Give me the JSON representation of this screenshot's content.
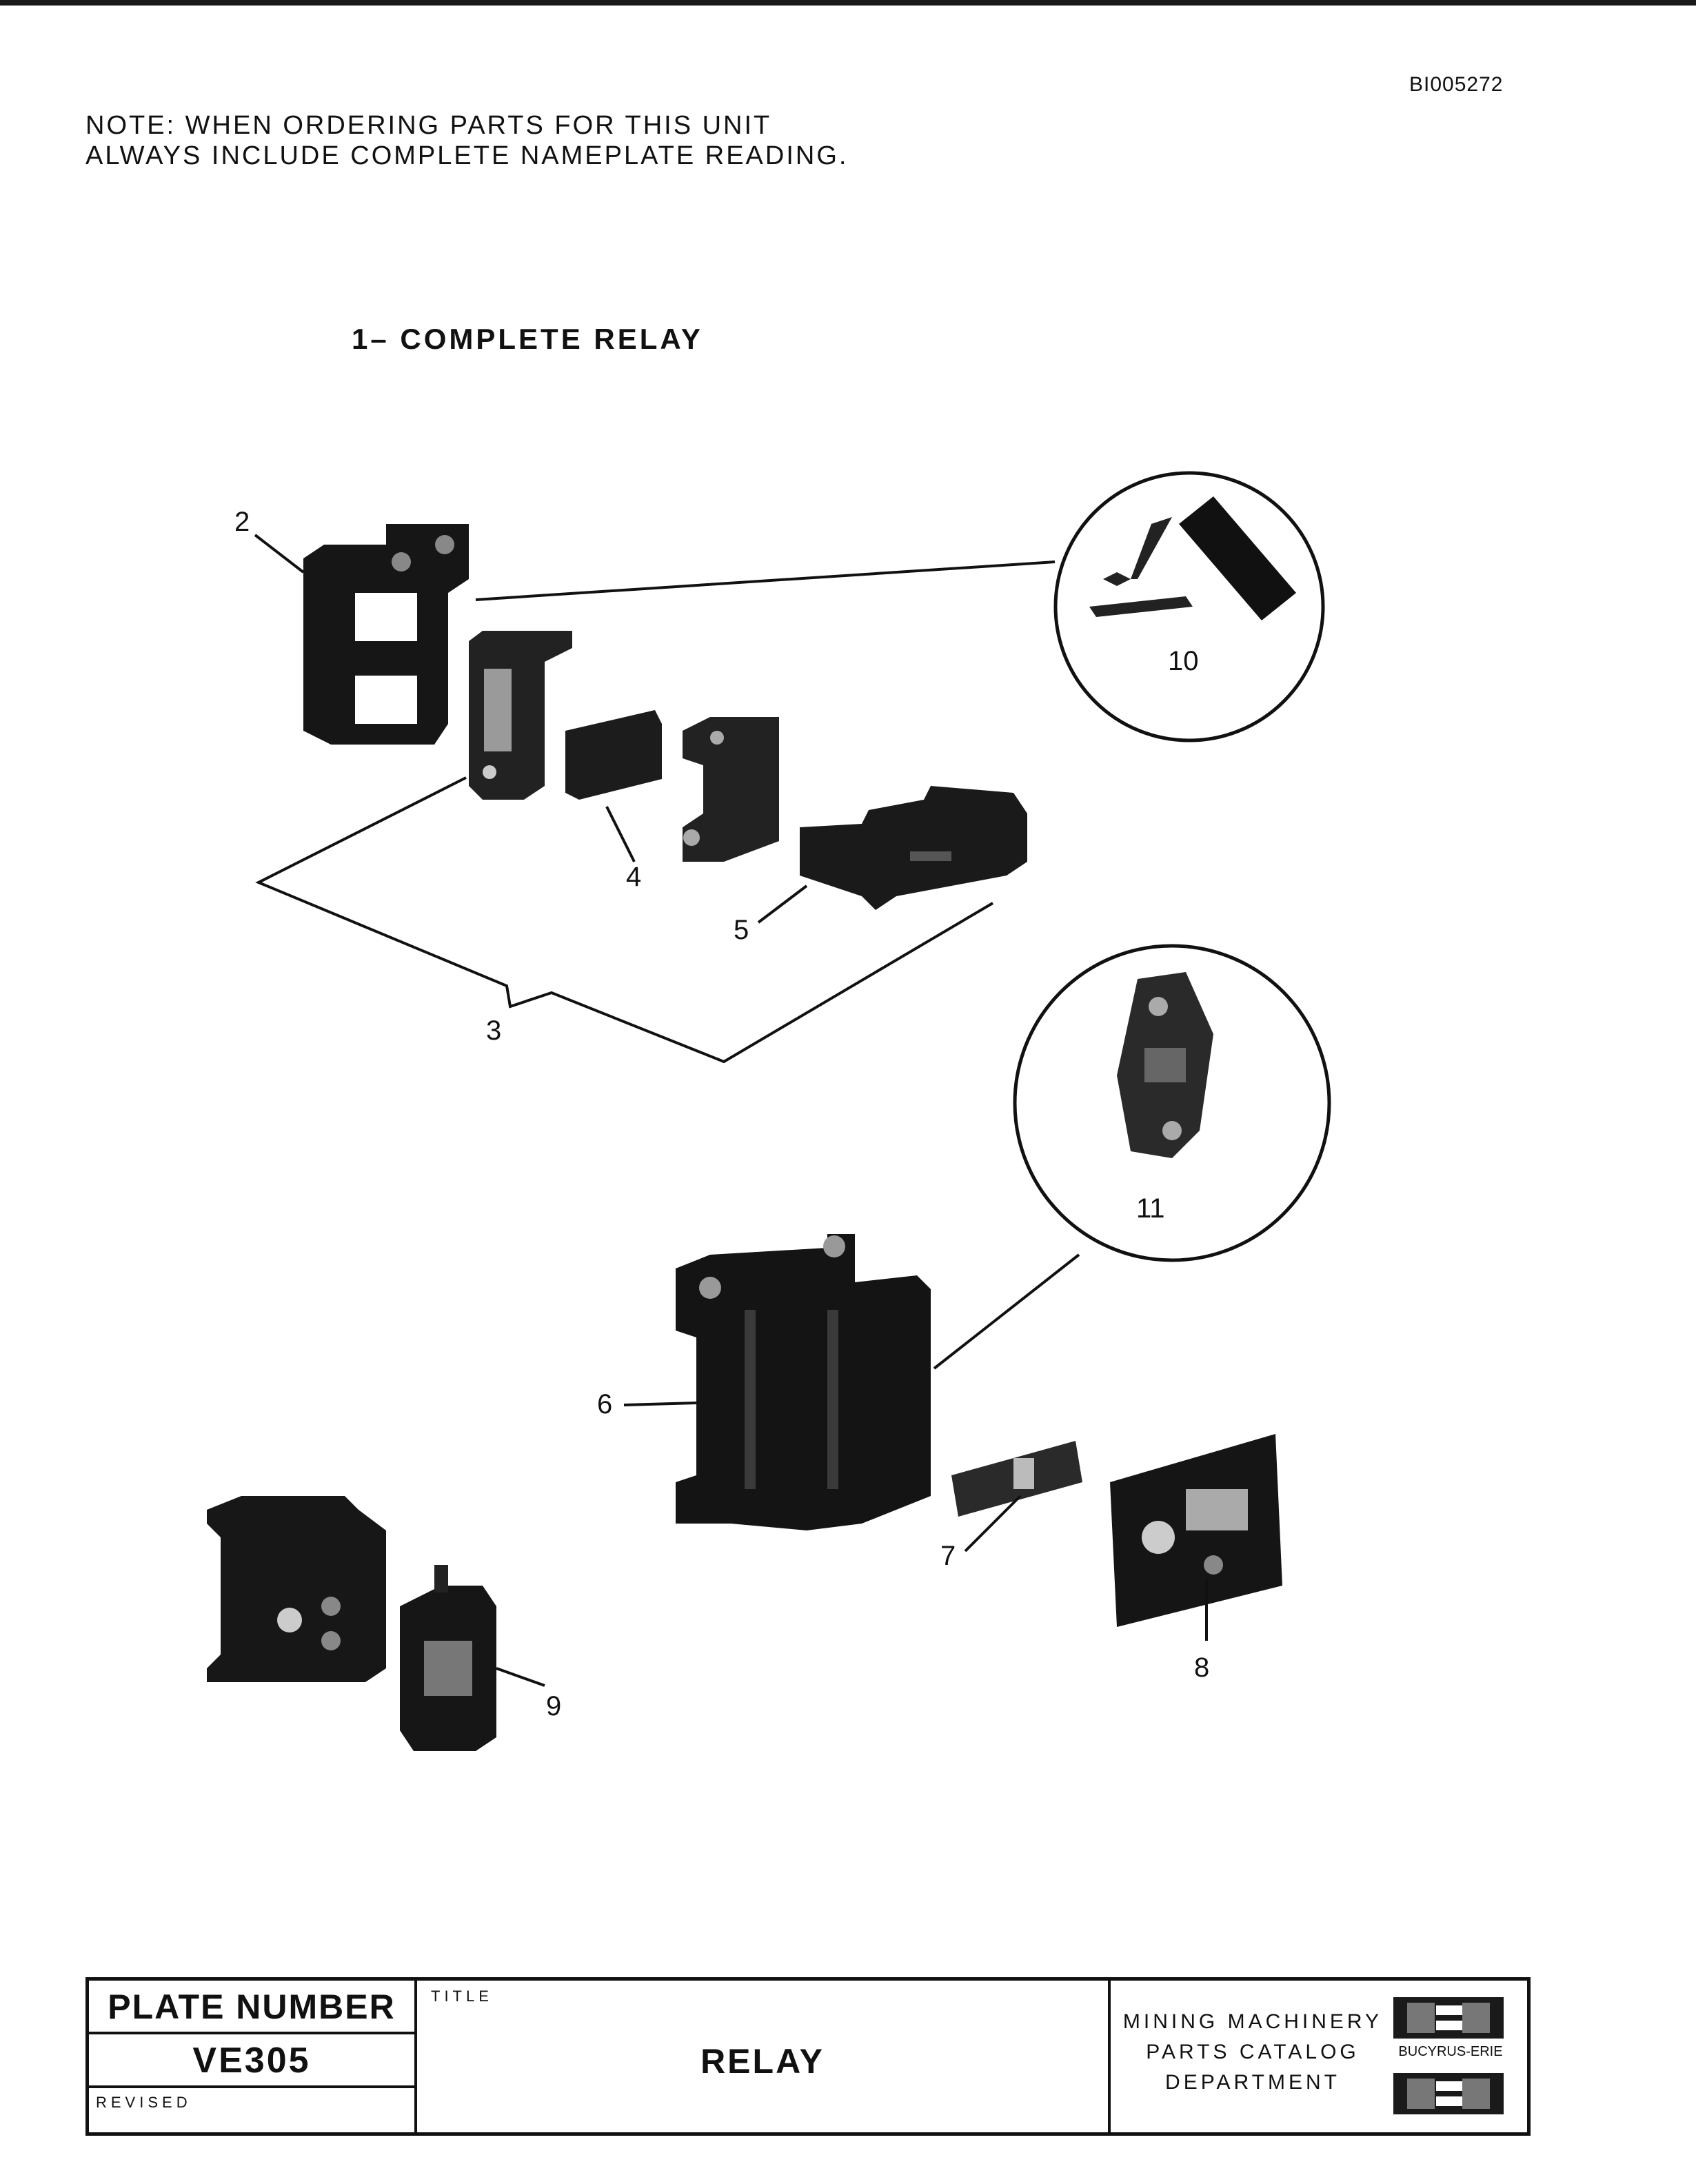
{
  "document_id": "BI005272",
  "note": {
    "line1": "NOTE:  WHEN ORDERING PARTS FOR THIS UNIT",
    "line2": "ALWAYS INCLUDE COMPLETE NAMEPLATE READING."
  },
  "assembly_label": "1– COMPLETE RELAY",
  "callouts": {
    "c2": "2",
    "c3": "3",
    "c4": "4",
    "c5": "5",
    "c6": "6",
    "c7": "7",
    "c8": "8",
    "c9": "9",
    "c10": "10",
    "c11": "11"
  },
  "title_block": {
    "plate_number_label": "PLATE NUMBER",
    "plate_number": "VE305",
    "revised_label": "REVISED",
    "title_label": "TITLE",
    "title": "RELAY",
    "department_line1": "MINING MACHINERY",
    "department_line2": "PARTS CATALOG",
    "department_line3": "DEPARTMENT",
    "company": "BUCYRUS-ERIE"
  }
}
